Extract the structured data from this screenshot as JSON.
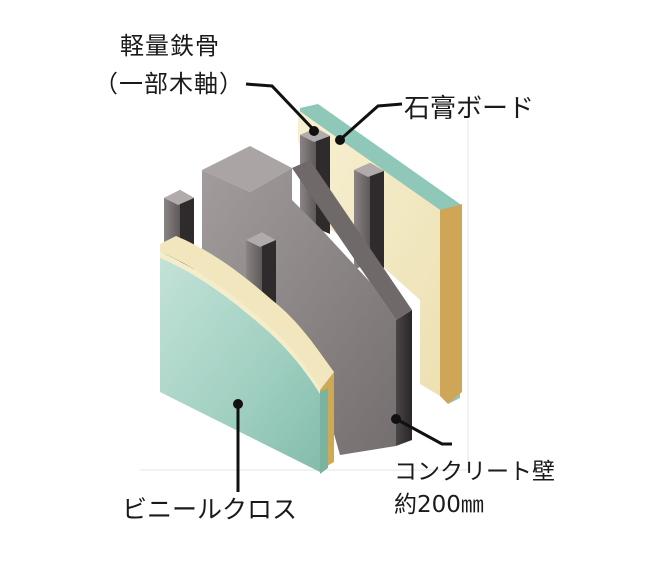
{
  "labels": {
    "steel_line1": "軽量鉄骨",
    "steel_line2": "（一部木軸）",
    "gypsum_board": "石膏ボード",
    "concrete_line1": "コンクリート壁",
    "concrete_line2": "約200㎜",
    "vinyl_cloth": "ビニールクロス"
  },
  "colors": {
    "concrete_front": "#8d8788",
    "concrete_side": "#3d3839",
    "gypsum": "#f2e9c3",
    "gypsum_edge": "#d2ae5e",
    "vinyl": "#a8d4c7",
    "vinyl_edge": "#7fb8a6",
    "stud_front": "#6b6566",
    "stud_side": "#2d292a",
    "leader": "#111111"
  }
}
